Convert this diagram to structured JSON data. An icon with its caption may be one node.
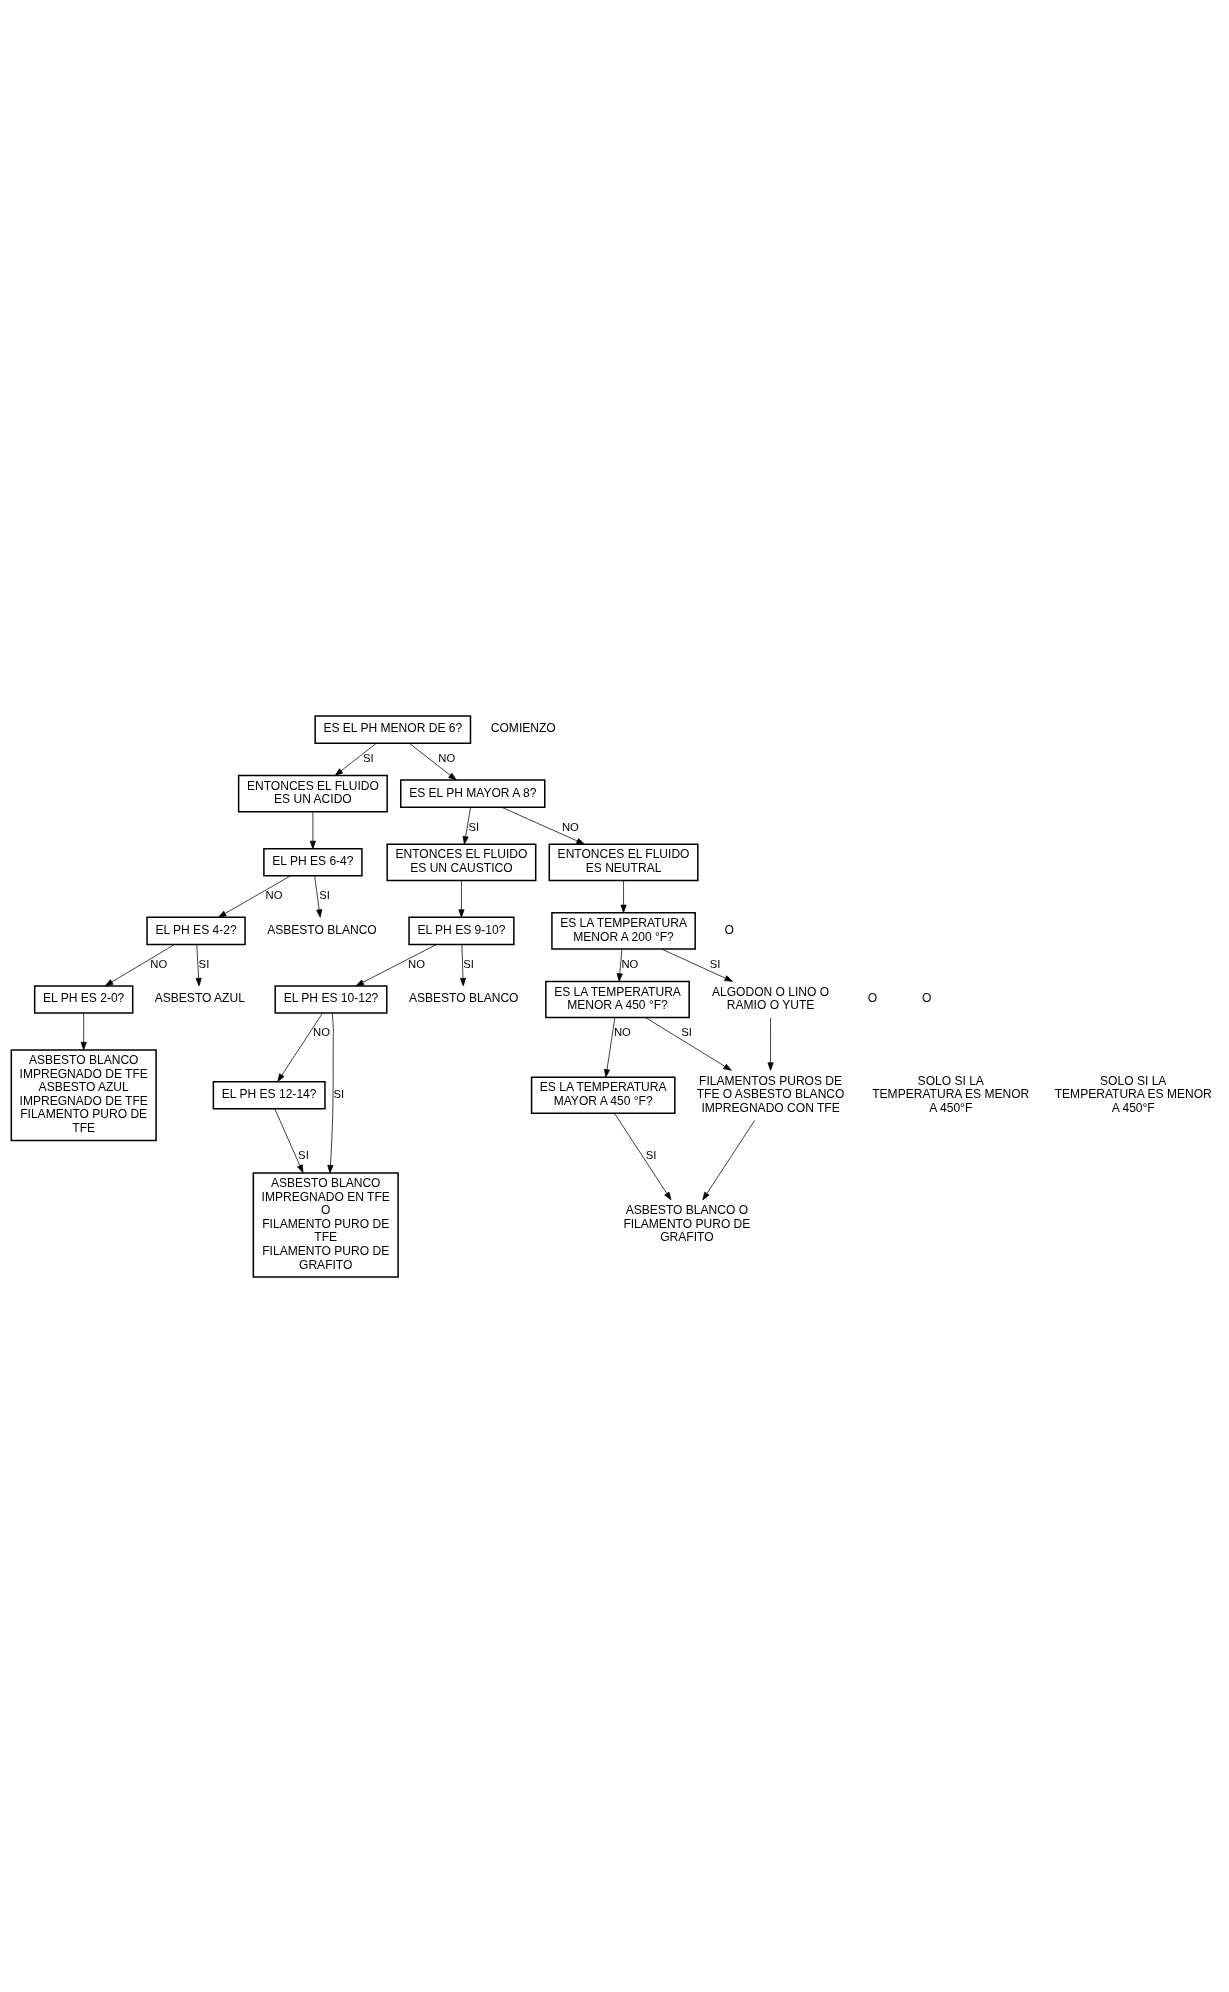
{
  "diagram": {
    "nodes": [
      {
        "text": [
          "ES EL PH MENOR DE 6?"
        ]
      },
      {
        "text": [
          "ENTONCES EL FLUIDO ES UN ACIDO"
        ]
      },
      {
        "text": [
          "EL PH ES 6-4?"
        ]
      },
      {
        "text": [
          "EL PH ES 4-2?"
        ]
      },
      {
        "text": [
          "EL PH ES 2-0?"
        ]
      },
      {
        "text": [
          "ASBESTO BLANCO"
        ]
      },
      {
        "text": [
          "ASBESTO AZUL"
        ]
      },
      {
        "text": [
          "ASBESTO BLANCO IMPREGNADO DE TFE",
          "ASBESTO AZUL IMPREGNADO DE TFE",
          "FILAMENTO PURO DE TFE"
        ]
      },
      {
        "text": [
          "ES EL PH MAYOR A 8?"
        ]
      },
      {
        "text": [
          "ENTONCES EL FLUIDO ES UN CAUSTICO"
        ]
      },
      {
        "text": [
          "EL PH ES 9-10?"
        ]
      },
      {
        "text": [
          "EL PH ES 10-12?"
        ]
      },
      {
        "text": [
          "EL PH ES 12-14?"
        ]
      },
      {
        "text": [
          "ASBESTO BLANCO"
        ]
      },
      {
        "text": [
          "ASBESTO BLANCO IMPREGNADO EN TFE",
          "O",
          "FILAMENTO PURO DE TFE",
          "FILAMENTO PURO DE GRAFITO"
        ]
      },
      {
        "text": [
          "ENTONCES EL FLUIDO ES NEUTRAL"
        ]
      },
      {
        "text": [
          "ES LA TEMPERATURA MENOR A 200 °F?"
        ]
      },
      {
        "text": [
          "ES LA TEMPERATURA MENOR A 450 °F?"
        ]
      },
      {
        "text": [
          "ES LA TEMPERATURA MAYOR A 450 °F?"
        ]
      },
      {
        "text": [
          "ALGODON O LINO O RAMIO O YUTE"
        ]
      },
      {
        "text": [
          "FILAMENTOS PUROS DE TFE O ASBESTO BLANCO IMPREGNADO CON TFE"
        ]
      },
      {
        "text": [
          "ASBESTO BLANCO O FILAMENTO PURO DE GRAFITO"
        ]
      }
    ],
    "edges": [
      {
        "from": 0,
        "to": 1,
        "arrow": "to",
        "label": "SI"
      },
      {
        "from": 0,
        "to": 8,
        "arrow": "to",
        "label": "NO"
      },
      {
        "from": 1,
        "to": 2,
        "arrow": "to"
      },
      {
        "from": 2,
        "to": 5,
        "arrow": "to",
        "label": "SI"
      },
      {
        "from": 2,
        "to": 3,
        "arrow": "to",
        "label": "NO"
      },
      {
        "from": 3,
        "to": 6,
        "arrow": "to",
        "label": "SI"
      },
      {
        "from": 3,
        "to": 4,
        "arrow": "to",
        "label": "NO"
      },
      {
        "from": 4,
        "to": 7,
        "arrow": "to"
      },
      {
        "from": 8,
        "to": 9,
        "arrow": "to",
        "label": "SI"
      },
      {
        "from": 8,
        "to": 15,
        "arrow": "to",
        "label": "NO"
      },
      {
        "from": 9,
        "to": 10,
        "arrow": "to"
      },
      {
        "from": 10,
        "to": 13,
        "arrow": "to",
        "label": "SI"
      },
      {
        "from": 10,
        "to": 11,
        "arrow": "to",
        "label": "NO"
      },
      {
        "from": 11,
        "to": 14,
        "arrow": "to",
        "label": "SI"
      },
      {
        "from": 11,
        "to": 12,
        "arrow": "to",
        "label": "NO"
      },
      {
        "from": 12,
        "to": 14,
        "arrow": "to",
        "label": "SI"
      },
      {
        "from": 15,
        "to": 16,
        "arrow": "to"
      },
      {
        "from": 16,
        "to": 19,
        "arrow": "to",
        "label": "SI"
      },
      {
        "from": 16,
        "to": 17,
        "arrow": "to",
        "label": "NO"
      },
      {
        "from": 17,
        "to": 20,
        "arrow": "to",
        "label": "SI"
      },
      {
        "from": 17,
        "to": 18,
        "arrow": "to",
        "label": "NO"
      },
      {
        "from": 18,
        "to": 21,
        "arrow": "to",
        "label": "SI"
      },
      {
        "from": 19,
        "to": 20,
        "arrow": "to"
      },
      {
        "from": 20,
        "to": 21,
        "arrow": "to"
      }
    ],
    "labels": [
      "COMIENZO",
      "O",
      "O",
      "SOLO SI LA TEMPERATURA ES MENOR A 450°F",
      "O",
      "SOLO SI LA TEMPERATURA ES MENOR A 450°F"
    ]
  }
}
